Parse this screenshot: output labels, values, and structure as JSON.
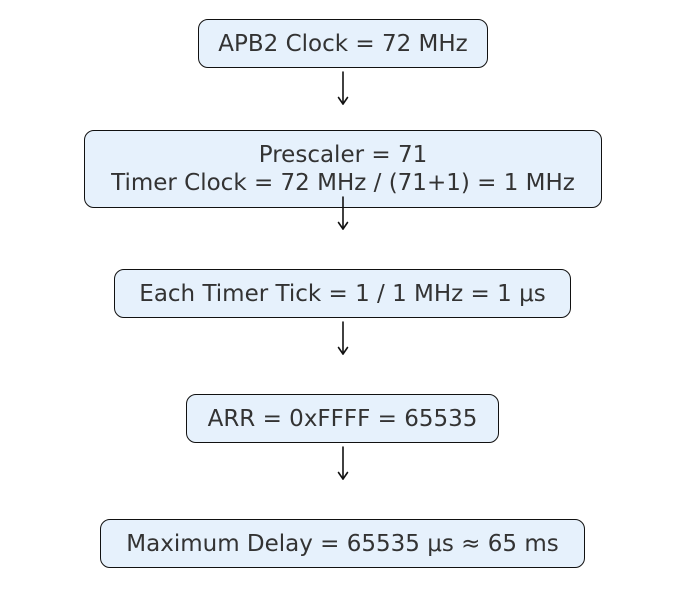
{
  "diagram": {
    "nodes": [
      {
        "lines": [
          "APB2 Clock = 72 MHz"
        ]
      },
      {
        "lines": [
          "Prescaler = 71",
          "Timer Clock = 72 MHz / (71+1) = 1 MHz"
        ]
      },
      {
        "lines": [
          "Each Timer Tick = 1 / 1 MHz = 1 μs"
        ]
      },
      {
        "lines": [
          "ARR = 0xFFFF = 65535"
        ]
      },
      {
        "lines": [
          "Maximum Delay = 65535 μs ≈ 65 ms"
        ]
      }
    ],
    "colors": {
      "node_fill": "#e6f1fc",
      "node_border": "#111111",
      "text": "#333333",
      "arrow": "#111111"
    }
  }
}
